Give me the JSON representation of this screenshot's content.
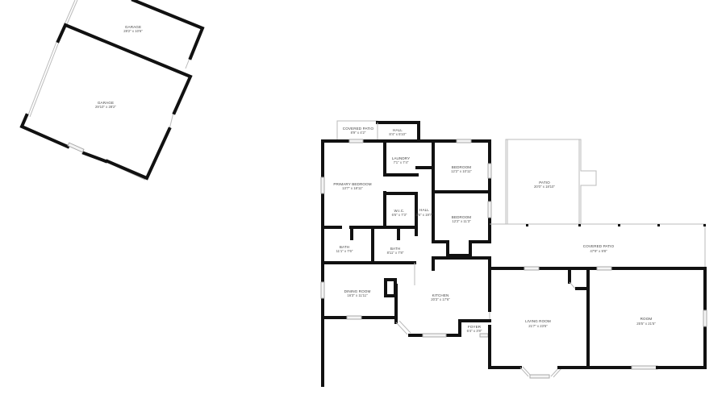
{
  "plan": {
    "detached_garage": {
      "rooms": [
        {
          "name": "GARAGE",
          "dims": "28'2\" x 10'6\""
        },
        {
          "name": "GARAGE",
          "dims": "29'10\" x 28'2\""
        }
      ]
    },
    "main_house": {
      "rooms": [
        {
          "name": "COVERED PATIO",
          "dims": "8'9\" x 4'2\""
        },
        {
          "name": "HALL",
          "dims": "8'4\" x 5'10\""
        },
        {
          "name": "LAUNDRY",
          "dims": "7'1\" x 7'4\""
        },
        {
          "name": "BEDROOM",
          "dims": "12'2\" x 10'11\""
        },
        {
          "name": "PRIMARY BEDROOM",
          "dims": "13'7\" x 18'11\""
        },
        {
          "name": "W.I.C.",
          "dims": "6'6\" x 7'3\""
        },
        {
          "name": "HALL",
          "dims": "3'6\" x 19'7\""
        },
        {
          "name": "BEDROOM",
          "dims": "12'2\" x 11'3\""
        },
        {
          "name": "BATH",
          "dims": "11'1\" x 7'6\""
        },
        {
          "name": "BATH",
          "dims": "8'11\" x 7'8\""
        },
        {
          "name": "DINING ROOM",
          "dims": "16'3\" x 11'11\""
        },
        {
          "name": "KITCHEN",
          "dims": "20'3\" x 17'6\""
        },
        {
          "name": "FOYER",
          "dims": "6'4\" x 3'8\""
        },
        {
          "name": "PATIO",
          "dims": "20'0\" x 18'10\""
        },
        {
          "name": "COVERED PATIO",
          "dims": "47'9\" x 9'8\""
        },
        {
          "name": "LIVING ROOM",
          "dims": "21'7\" x 23'5\""
        },
        {
          "name": "ROOM",
          "dims": "25'5\" x 21'5\""
        }
      ]
    }
  }
}
